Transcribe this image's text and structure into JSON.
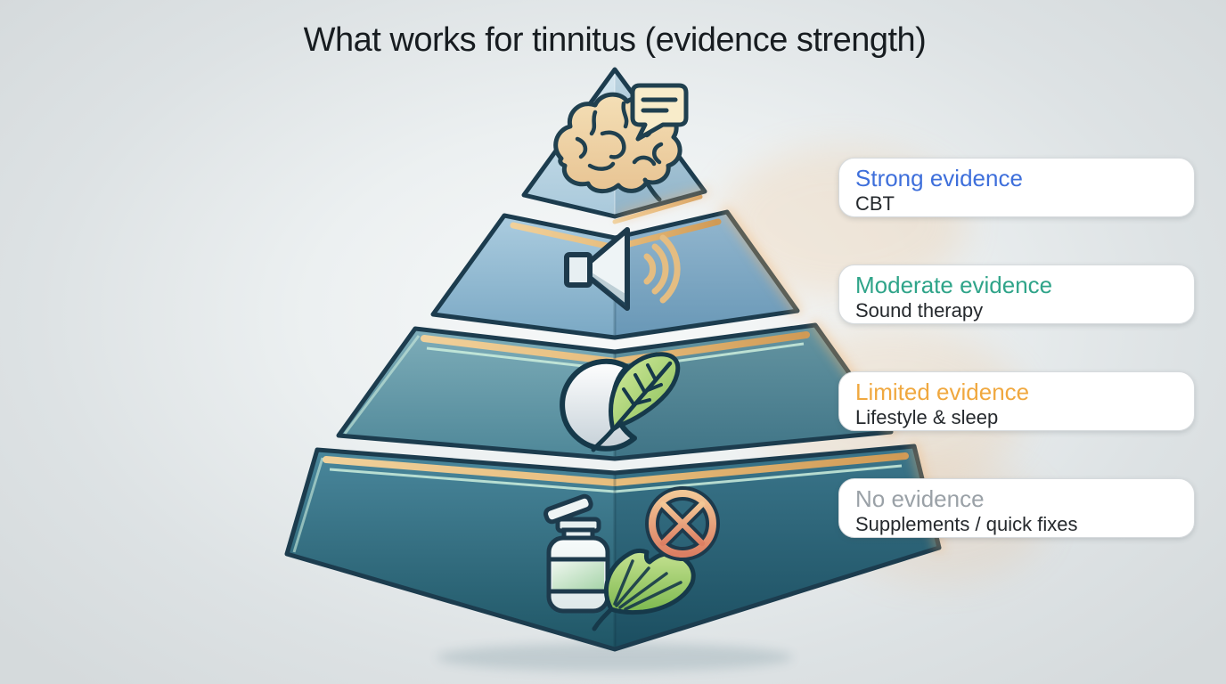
{
  "title": "What works for tinnitus (evidence strength)",
  "legend": [
    {
      "strength": "Strong evidence",
      "treatment": "CBT",
      "color": "#3e6fdb"
    },
    {
      "strength": "Moderate evidence",
      "treatment": "Sound therapy",
      "color": "#2fa489"
    },
    {
      "strength": "Limited evidence",
      "treatment": "Lifestyle & sleep",
      "color": "#f0a83f"
    },
    {
      "strength": "No evidence",
      "treatment": "Supplements / quick fixes",
      "color": "#9aa1a7"
    }
  ],
  "pyramid": {
    "tiers": [
      {
        "rank": 1,
        "evidence": "Strong evidence",
        "treatment": "CBT",
        "icons": [
          "brain-icon",
          "speech-bubble-icon"
        ]
      },
      {
        "rank": 2,
        "evidence": "Moderate evidence",
        "treatment": "Sound therapy",
        "icons": [
          "speaker-icon",
          "sound-waves-icon"
        ]
      },
      {
        "rank": 3,
        "evidence": "Limited evidence",
        "treatment": "Lifestyle & sleep",
        "icons": [
          "crescent-moon-icon",
          "leaf-icon"
        ]
      },
      {
        "rank": 4,
        "evidence": "No evidence",
        "treatment": "Supplements / quick fixes",
        "icons": [
          "supplement-bottle-icon",
          "ginkgo-leaf-icon",
          "crossed-circle-icon"
        ]
      }
    ]
  },
  "colors": {
    "outline": "#1c3c4e",
    "accent_band": "#d9a65c",
    "background": "#dbe0e2",
    "tier1_face": "#b6d0de",
    "tier2_face": "#8db2cb",
    "tier3_face": "#5f929f",
    "tier4_face": "#2f6b7e"
  }
}
